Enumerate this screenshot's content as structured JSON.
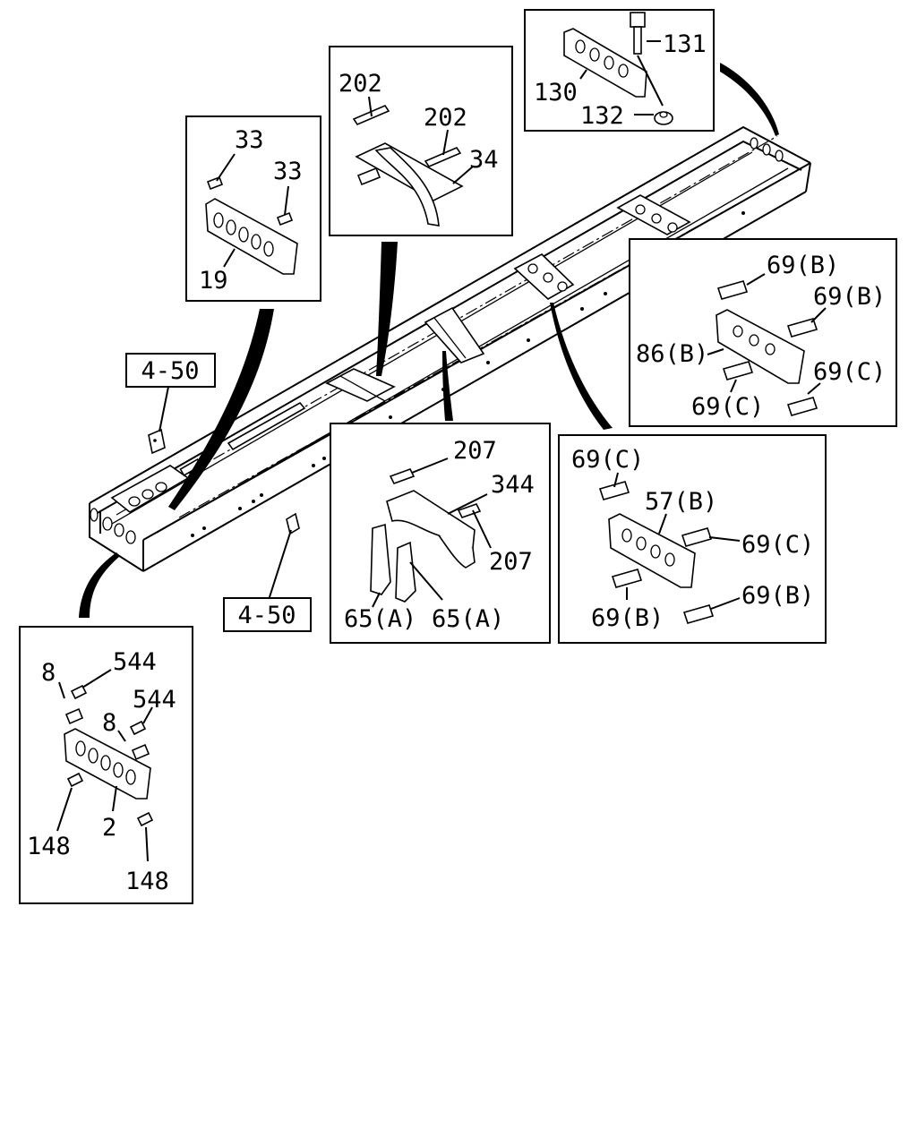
{
  "diagram": {
    "ref_labels": [
      "4-50",
      "4-50"
    ],
    "callouts": {
      "box_19": [
        "33",
        "33",
        "19"
      ],
      "box_202": [
        "202",
        "202",
        "34"
      ],
      "box_131": [
        "131",
        "130",
        "132"
      ],
      "box_86": [
        "69(B)",
        "69(B)",
        "86(B)",
        "69(C)",
        "69(C)"
      ],
      "box_344": [
        "207",
        "344",
        "207",
        "65(A)",
        "65(A)"
      ],
      "box_57": [
        "69(C)",
        "57(B)",
        "69(C)",
        "69(B)",
        "69(B)"
      ],
      "box_2": [
        "8",
        "544",
        "544",
        "8",
        "148",
        "2",
        "148"
      ]
    }
  }
}
